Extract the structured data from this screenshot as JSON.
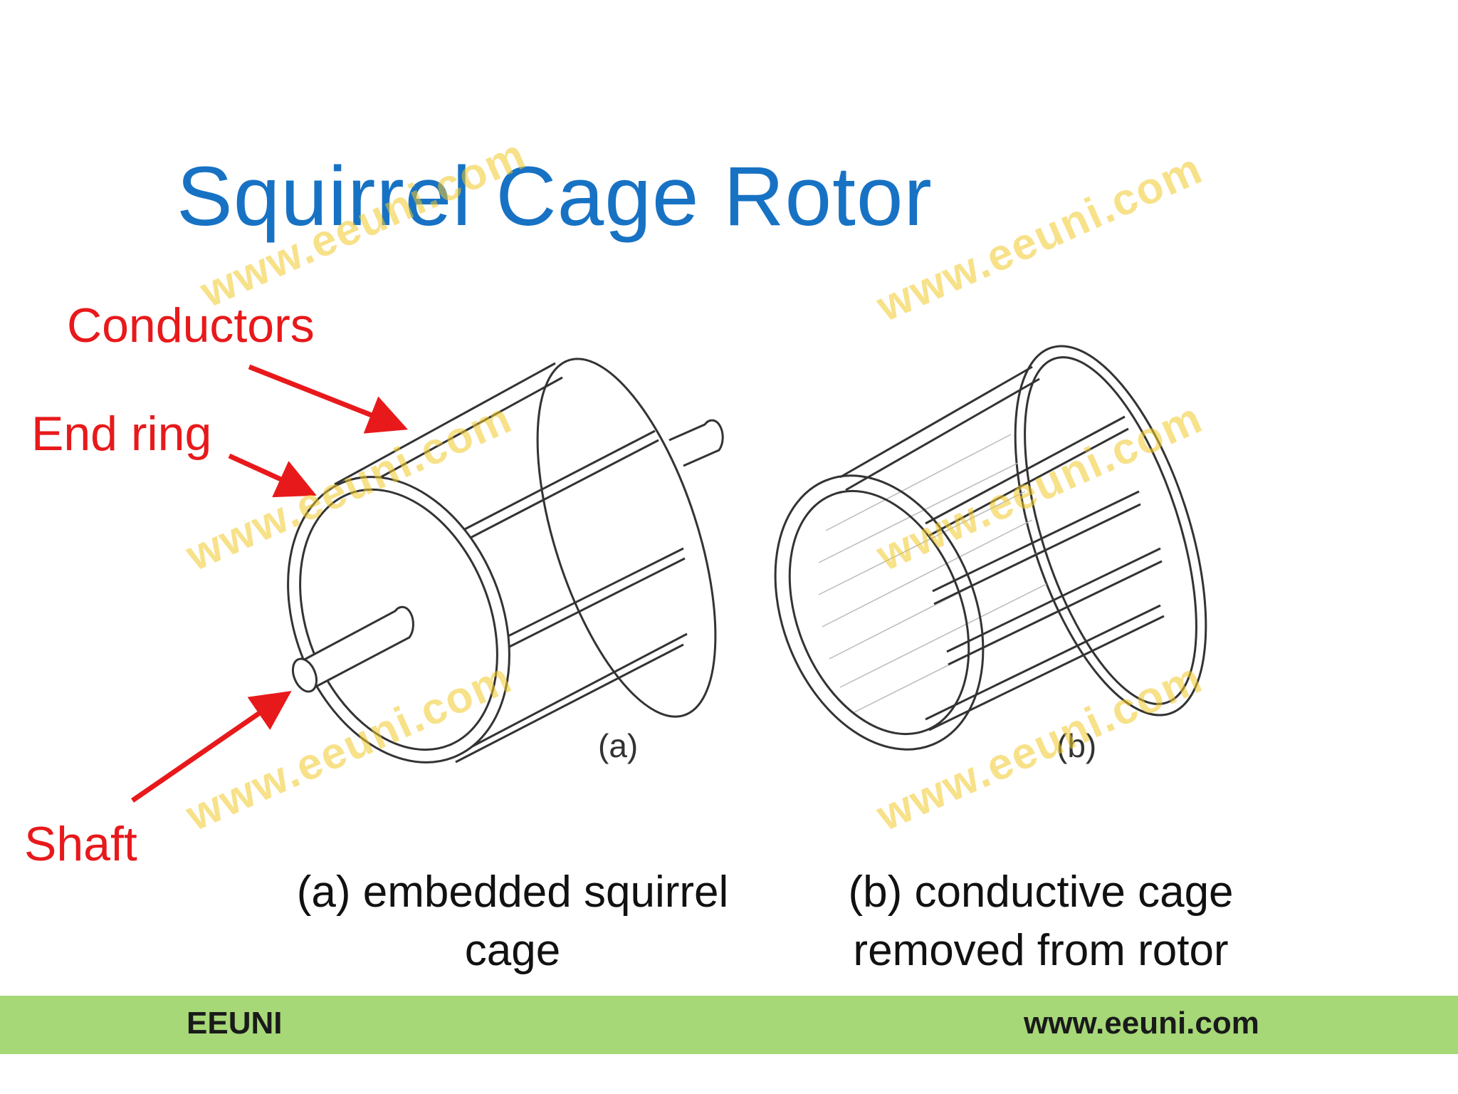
{
  "slide": {
    "title": "Squirrel Cage Rotor",
    "callouts": {
      "conductors": "Conductors",
      "end_ring": "End ring",
      "shaft": "Shaft"
    },
    "figures": {
      "a": {
        "tag": "(a)",
        "caption_line1": "(a) embedded squirrel",
        "caption_line2": "cage"
      },
      "b": {
        "tag": "(b)",
        "caption_line1": "(b) conductive cage",
        "caption_line2": "removed from rotor"
      }
    },
    "watermark_text": "www.eeuni.com"
  },
  "footer": {
    "left": "EEUNI",
    "right": "www.eeuni.com"
  },
  "colors": {
    "title": "#1772c4",
    "callout": "#e8191b",
    "footer_bar": "#a6d878",
    "watermark": "#f0c828"
  }
}
